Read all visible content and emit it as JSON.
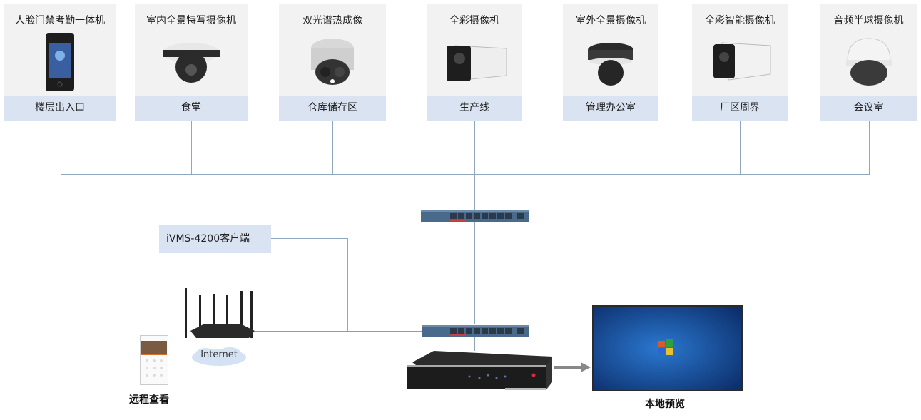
{
  "devices": [
    {
      "name": "人脸门禁考勤一体机",
      "location": "楼层出入口",
      "icon": "face-terminal-icon"
    },
    {
      "name": "室内全景特写摄像机",
      "location": "食堂",
      "icon": "panoramic-dome-camera-icon"
    },
    {
      "name": "双光谱热成像",
      "location": "仓库储存区",
      "icon": "thermal-turret-camera-icon"
    },
    {
      "name": "全彩摄像机",
      "location": "生产线",
      "icon": "bullet-camera-icon"
    },
    {
      "name": "室外全景摄像机",
      "location": "管理办公室",
      "icon": "outdoor-panoramic-camera-icon"
    },
    {
      "name": "全彩智能摄像机",
      "location": "厂区周界",
      "icon": "smart-bullet-camera-icon"
    },
    {
      "name": "音频半球摄像机",
      "location": "会议室",
      "icon": "audio-dome-camera-icon"
    }
  ],
  "client": {
    "label": "iVMS-4200客户端"
  },
  "internet": {
    "label": "Internet"
  },
  "remote": {
    "label": "远程查看"
  },
  "local": {
    "label": "本地预览"
  },
  "colors": {
    "line": "#8fa8be",
    "card_bg": "#f2f2f2",
    "label_bg": "#dae3f1",
    "switch": "#4a6a8c",
    "screen": "#1a56a8"
  }
}
